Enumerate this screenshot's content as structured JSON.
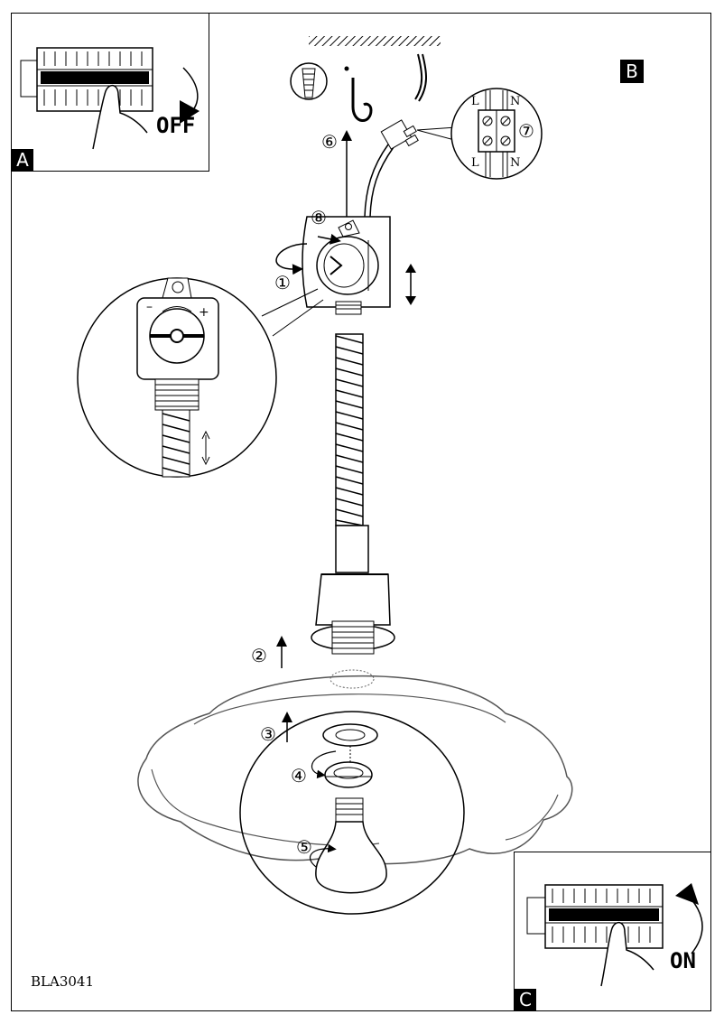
{
  "panels": {
    "a": {
      "tag": "A",
      "action": "OFF"
    },
    "b": {
      "tag": "B"
    },
    "c": {
      "tag": "C",
      "action": "ON"
    }
  },
  "steps": [
    "①",
    "②",
    "③",
    "④",
    "⑤",
    "⑥",
    "⑦",
    "⑧"
  ],
  "terminal": {
    "live": "L",
    "neutral": "N"
  },
  "adjuster": {
    "minus": "–",
    "plus": "+"
  },
  "model_code": "BLA3041"
}
